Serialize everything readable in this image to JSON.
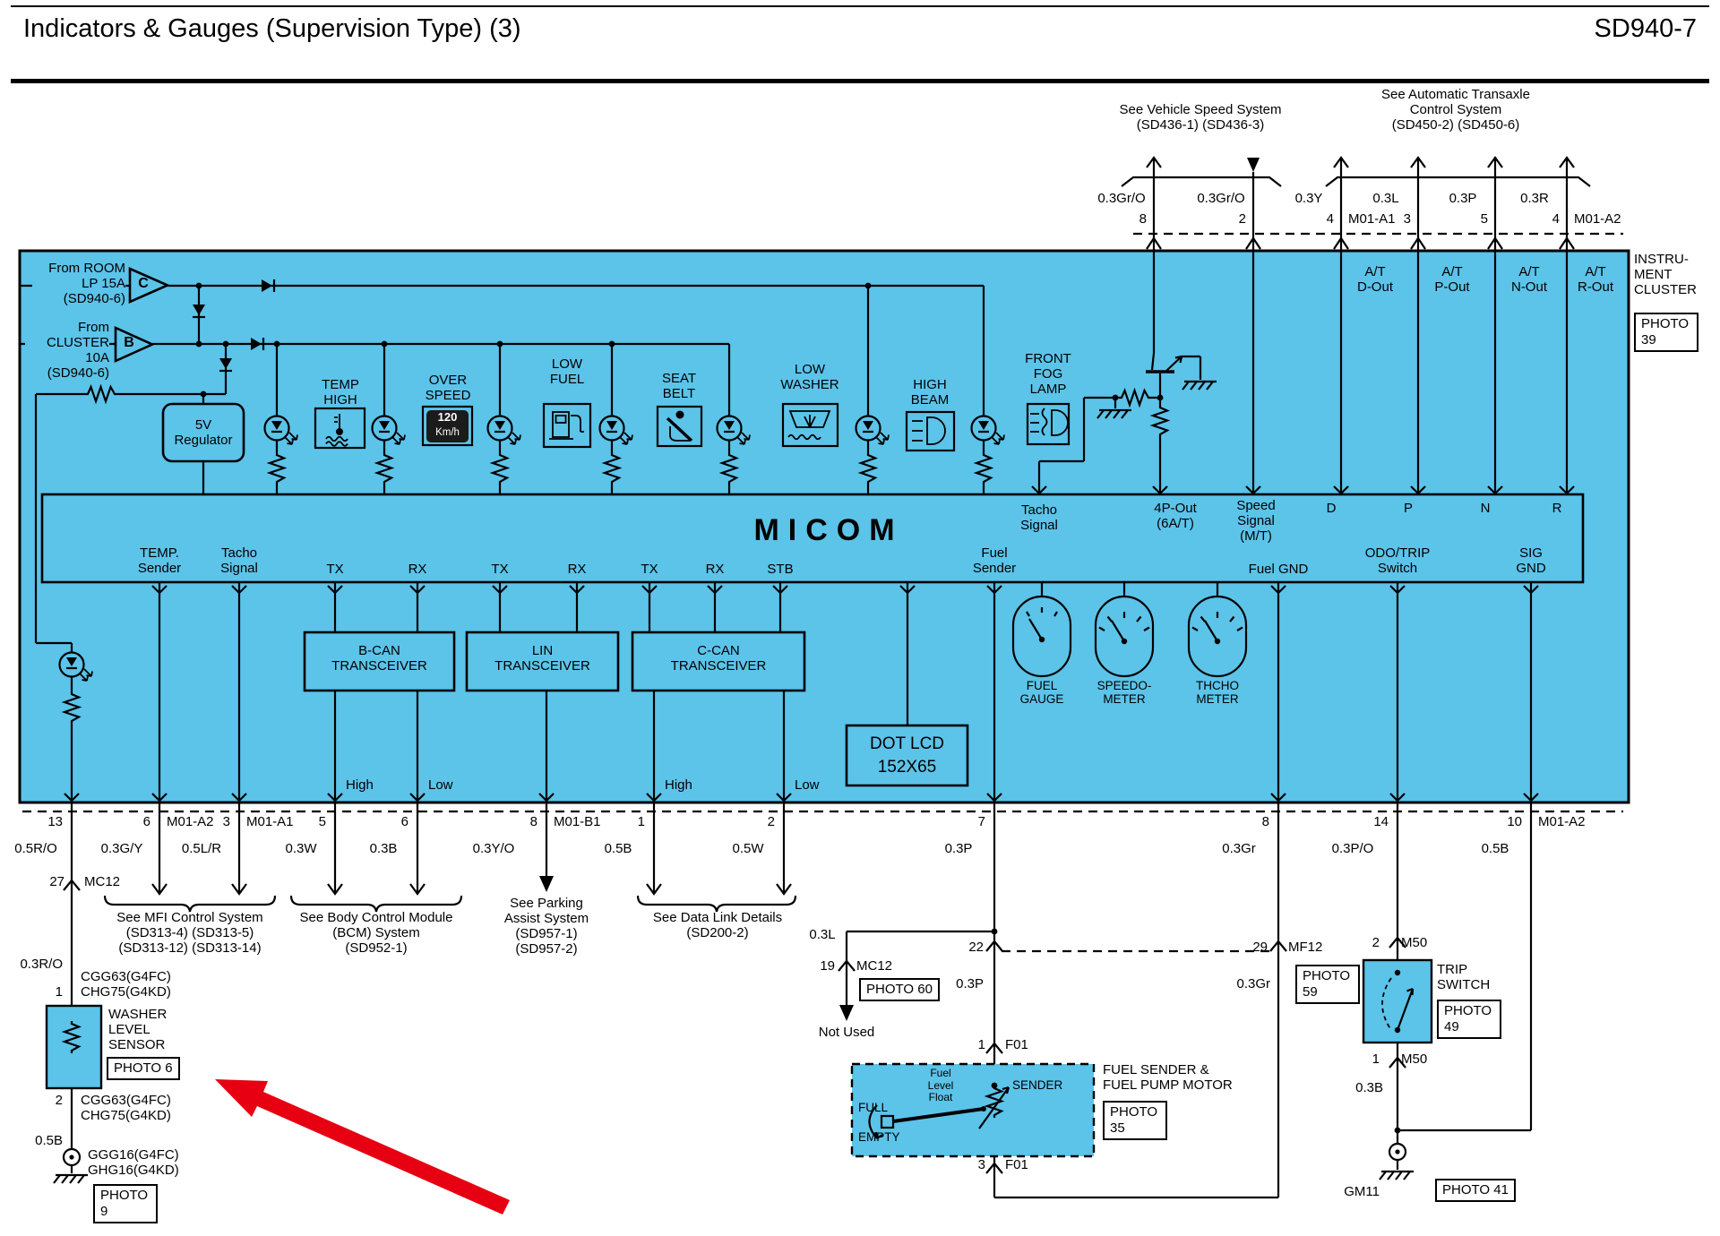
{
  "colors": {
    "panel_blue": "#5CC3E9",
    "arrow_red": "#E60012",
    "line": "#000000"
  },
  "header": {
    "title": "Indicators & Gauges (Supervision Type) (3)",
    "code": "SD940-7"
  },
  "top": {
    "see_vehicle_speed": "See Vehicle Speed System\n(SD436-1)  (SD436-3)",
    "see_at_control": "See Automatic Transaxle\nControl System\n(SD450-2)  (SD450-6)",
    "wire_labels": [
      "0.3Gr/O",
      "0.3Gr/O",
      "0.3Y",
      "0.3L",
      "0.3P",
      "0.3R"
    ],
    "pins": [
      "8",
      "2",
      "4",
      "3",
      "5",
      "4"
    ],
    "conn_a1": "M01-A1",
    "conn_a2": "M01-A2"
  },
  "cluster": {
    "label": "INSTRU-\nMENT\nCLUSTER",
    "photo": "PHOTO\n39",
    "from_room": "From ROOM\nLP 15A\n(SD940-6)",
    "tri_c": "C",
    "from_cluster": "From\nCLUSTER\n10A\n(SD940-6)",
    "tri_b": "B",
    "regulator": "5V\nRegulator",
    "at_outs": [
      "A/T\nD-Out",
      "A/T\nP-Out",
      "A/T\nN-Out",
      "A/T\nR-Out"
    ],
    "indicators": [
      "TEMP\nHIGH",
      "OVER\nSPEED",
      "LOW\nFUEL",
      "SEAT\nBELT",
      "LOW\nWASHER",
      "HIGH\nBEAM",
      "FRONT\nFOG\nLAMP"
    ],
    "overspeed": {
      "value": "120",
      "unit": "Km/h"
    }
  },
  "micom": {
    "title": "MICOM",
    "top_labels": [
      "Tacho\nSignal",
      "4P-Out\n(6A/T)",
      "Speed\nSignal\n(M/T)",
      "D",
      "P",
      "N",
      "R"
    ],
    "bottom_labels": [
      "TEMP.\nSender",
      "Tacho\nSignal",
      "TX",
      "RX",
      "TX",
      "RX",
      "TX",
      "RX",
      "STB",
      "Fuel\nSender",
      "Fuel GND",
      "ODO/TRIP\nSwitch",
      "SIG\nGND"
    ]
  },
  "modules": {
    "bcan": "B-CAN\nTRANSCEIVER",
    "lin": "LIN\nTRANSCEIVER",
    "ccan": "C-CAN\nTRANSCEIVER",
    "lcd": "DOT LCD\n152X65",
    "gauges": [
      "FUEL\nGAUGE",
      "SPEEDO-\nMETER",
      "THCHO\nMETER"
    ]
  },
  "hilo": [
    "High",
    "Low",
    "High",
    "Low"
  ],
  "bottom": {
    "pins": [
      "13",
      "6",
      "3",
      "5",
      "6",
      "8",
      "1",
      "2",
      "7",
      "8",
      "14",
      "10"
    ],
    "conn_a2l": "M01-A2",
    "conn_a1": "M01-A1",
    "conn_b1": "M01-B1",
    "conn_a2r": "M01-A2",
    "wires": [
      "0.5R/O",
      "0.3G/Y",
      "0.5L/R",
      "0.3W",
      "0.3B",
      "0.3Y/O",
      "0.5B",
      "0.5W",
      "0.3P",
      "0.3Gr",
      "0.3P/O",
      "0.5B"
    ]
  },
  "refs": {
    "mfi": "See MFI Control System\n(SD313-4)  (SD313-5)\n(SD313-12) (SD313-14)",
    "bcm": "See Body Control Module\n(BCM) System\n(SD952-1)",
    "parking": "See Parking\nAssist System\n(SD957-1)\n(SD957-2)",
    "datalink": "See Data Link Details\n(SD200-2)"
  },
  "washer": {
    "pin27": "27",
    "conn": "MC12",
    "wire1": "0.3R/O",
    "joint1": "CGG63(G4FC)\nCHG75(G4KD)",
    "pin1": "1",
    "name": "WASHER\nLEVEL\nSENSOR",
    "photo": "PHOTO 6",
    "pin2": "2",
    "joint2": "CGG63(G4FC)\nCHG75(G4KD)",
    "wire2": "0.5B",
    "gnd": "GGG16(G4FC)\nGHG16(G4KD)",
    "photo2": "PHOTO\n9"
  },
  "fuel": {
    "wire_l": "0.3L",
    "pin19": "19",
    "conn19": "MC12",
    "photo60": "PHOTO 60",
    "not_used": "Not Used",
    "pin22": "22",
    "wire_p": "0.3P",
    "pin29": "29",
    "conn29": "MF12",
    "photo59": "PHOTO\n59",
    "wire_gr": "0.3Gr",
    "pin1": "1",
    "conn1": "F01",
    "float": "Fuel\nLevel\nFloat",
    "full": "FULL",
    "empty": "EMPTY",
    "sender": "SENDER",
    "name": "FUEL SENDER &\nFUEL PUMP MOTOR",
    "photo35": "PHOTO\n35",
    "pin3": "3",
    "conn3": "F01"
  },
  "trip": {
    "pin2": "2",
    "conn2": "M50",
    "name": "TRIP\nSWITCH",
    "photo49": "PHOTO\n49",
    "pin1": "1",
    "conn1": "M50",
    "wire": "0.3B",
    "gnd": "GM11",
    "photo41": "PHOTO 41"
  }
}
